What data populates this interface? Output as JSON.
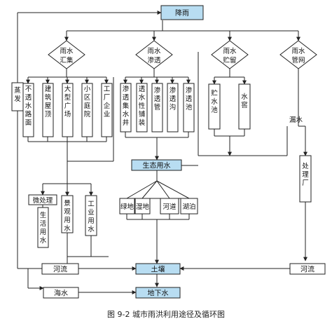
{
  "diagram": {
    "caption": "图 9-2   城市雨洪利用途径及循环图",
    "top_node": "降雨",
    "categories": [
      {
        "line1": "雨水",
        "line2": "汇集"
      },
      {
        "line1": "雨水",
        "line2": "渗透"
      },
      {
        "line1": "雨水",
        "line2": "贮留"
      },
      {
        "line1": "雨水",
        "line2": "管网"
      }
    ],
    "collect_items": [
      "不透水路面",
      "建筑屋顶",
      "大型广场",
      "小区庭院",
      "工厂企业"
    ],
    "infiltration_items": [
      "渗透集水井",
      "透水性铺装",
      "渗透管",
      "渗透沟",
      "渗透池"
    ],
    "storage_items": [
      "贮水池",
      "水窖"
    ],
    "ecological_water": "生态用水",
    "micro_treatment": "微处理",
    "use_items": [
      "生活用水",
      "景观用水",
      "工业用水"
    ],
    "eco_targets": [
      "绿地",
      "湿地",
      "河道",
      "湖泊"
    ],
    "treatment_plant": "处理厂",
    "leakage": "漏水",
    "evaporation": "蒸发",
    "soil": "土壤",
    "river_left": "河流",
    "river_right": "河流",
    "sea": "海水",
    "groundwater": "地下水"
  }
}
